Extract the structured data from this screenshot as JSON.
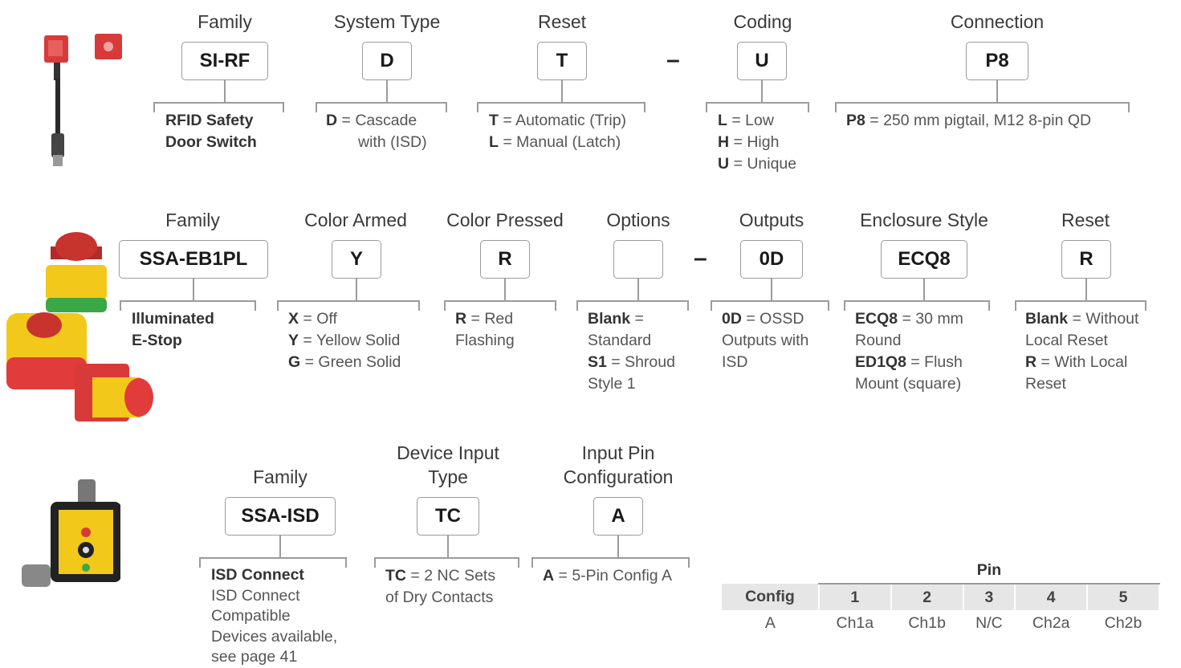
{
  "row1": {
    "headers": [
      "Family",
      "System Type",
      "Reset",
      "Coding",
      "Connection"
    ],
    "codes": [
      "SI-RF",
      "D",
      "T",
      "U",
      "P8"
    ],
    "dash": "–",
    "family_desc": [
      "RFID Safety",
      "Door Switch"
    ],
    "system_type_desc": {
      "d_code": "D",
      "d_text": " = Cascade",
      "d_cont": "with (ISD)"
    },
    "reset_desc": [
      {
        "code": "T",
        "text": " = Automatic (Trip)"
      },
      {
        "code": "L",
        "text": " = Manual (Latch)"
      }
    ],
    "coding_desc": [
      {
        "code": "L",
        "text": " = Low"
      },
      {
        "code": "H",
        "text": " = High"
      },
      {
        "code": "U",
        "text": " = Unique"
      }
    ],
    "connection_desc": {
      "code": "P8",
      "text": " = 250 mm pigtail, M12 8-pin QD"
    }
  },
  "row2": {
    "headers": [
      "Family",
      "Color Armed",
      "Color Pressed",
      "Options",
      "Outputs",
      "Enclosure Style",
      "Reset"
    ],
    "codes": [
      "SSA-EB1PL",
      "Y",
      "R",
      "",
      "0D",
      "ECQ8",
      "R"
    ],
    "dash": "–",
    "family_desc": [
      "Illuminated",
      "E-Stop"
    ],
    "color_armed_desc": [
      {
        "code": "X",
        "text": " = Off"
      },
      {
        "code": "Y",
        "text": " = Yellow Solid"
      },
      {
        "code": "G",
        "text": " = Green Solid"
      }
    ],
    "color_pressed_desc": {
      "code": "R",
      "text": " = Red",
      "cont": "Flashing"
    },
    "options_desc": [
      {
        "code": "Blank",
        "text": " =",
        "cont": "Standard"
      },
      {
        "code": "S1",
        "text": " = Shroud",
        "cont": "Style 1"
      }
    ],
    "outputs_desc": {
      "code": "0D",
      "text": " = OSSD",
      "cont1": "Outputs with",
      "cont2": "ISD"
    },
    "enclosure_desc": [
      {
        "code": "ECQ8",
        "text": " = 30 mm",
        "cont": "Round"
      },
      {
        "code": "ED1Q8",
        "text": " = Flush",
        "cont": "Mount (square)"
      }
    ],
    "reset_desc": [
      {
        "code": "Blank",
        "text": " = Without",
        "cont": "Local Reset"
      },
      {
        "code": "R",
        "text": " = With Local",
        "cont": "Reset"
      }
    ]
  },
  "row3": {
    "headers": [
      "Family",
      "Device Input",
      "Type",
      "Input Pin",
      "Configuration"
    ],
    "codes": [
      "SSA-ISD",
      "TC",
      "A"
    ],
    "family_desc": {
      "title": "ISD Connect",
      "lines": [
        "ISD Connect",
        "Compatible",
        "Devices available,",
        "see page 41"
      ]
    },
    "type_desc": {
      "code": "TC",
      "text": " = 2 NC Sets",
      "cont": "of Dry Contacts"
    },
    "config_desc": {
      "code": "A",
      "text": " = 5-Pin Config A"
    }
  },
  "pin_table": {
    "title": "Pin",
    "header": [
      "Config",
      "1",
      "2",
      "3",
      "4",
      "5"
    ],
    "row": [
      "A",
      "Ch1a",
      "Ch1b",
      "N/C",
      "Ch2a",
      "Ch2b"
    ]
  },
  "colors": {
    "bracket": "#9b9b9b",
    "header_bg": "#e6e6e6",
    "safety_red": "#e23b3b",
    "safety_yellow": "#f2c81a",
    "green": "#3aa845"
  }
}
